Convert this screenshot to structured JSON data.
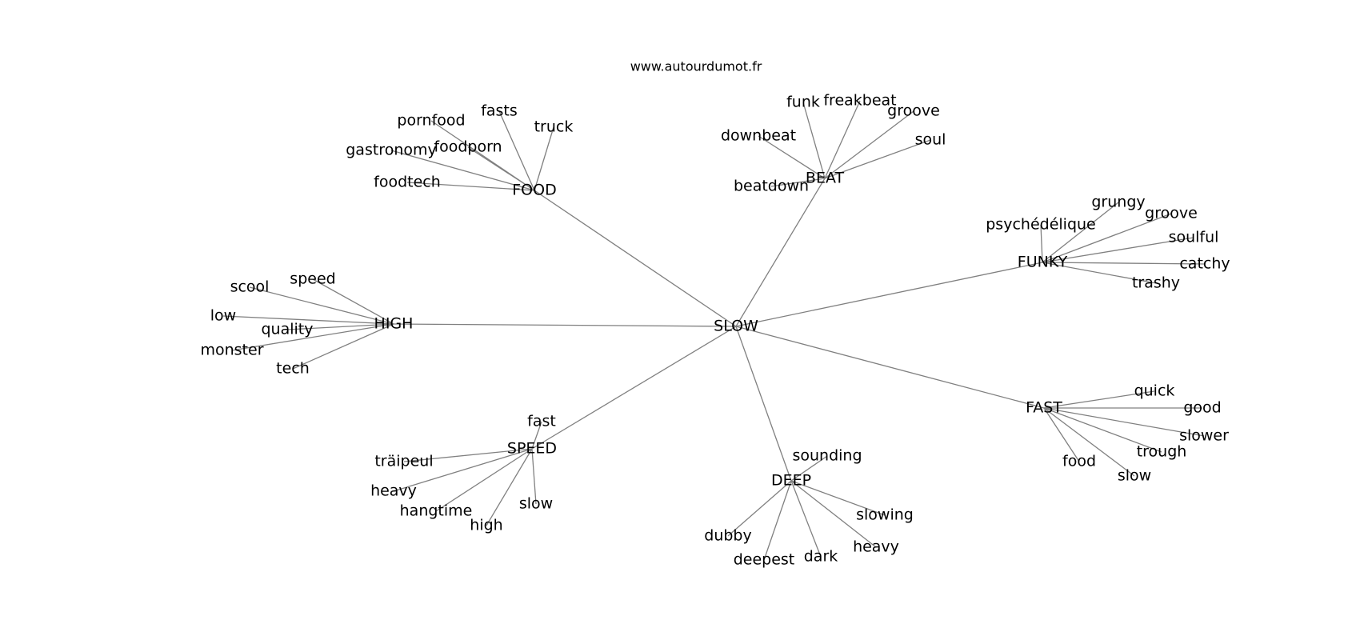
{
  "watermark": "www.autourdumot.fr",
  "graph": {
    "center": "SLOW",
    "hubs": [
      {
        "label": "FOOD",
        "leaves": [
          "pornfood",
          "fasts",
          "truck",
          "gastronomy",
          "foodporn",
          "foodtech"
        ]
      },
      {
        "label": "BEAT",
        "leaves": [
          "funk",
          "freakbeat",
          "groove",
          "soul",
          "downbeat",
          "beatdown"
        ]
      },
      {
        "label": "FUNKY",
        "leaves": [
          "grungy",
          "psychédélique",
          "groove",
          "soulful",
          "catchy",
          "trashy"
        ]
      },
      {
        "label": "HIGH",
        "leaves": [
          "speed",
          "scool",
          "low",
          "quality",
          "monster",
          "tech"
        ]
      },
      {
        "label": "FAST",
        "leaves": [
          "quick",
          "good",
          "slower",
          "trough",
          "food",
          "slow"
        ]
      },
      {
        "label": "SPEED",
        "leaves": [
          "fast",
          "träipeul",
          "heavy",
          "hangtime",
          "high",
          "slow"
        ]
      },
      {
        "label": "DEEP",
        "leaves": [
          "sounding",
          "slowing",
          "heavy",
          "dubby",
          "deepest",
          "dark"
        ]
      }
    ]
  },
  "colors": {
    "edge": "#808080",
    "text": "#000000",
    "background": "#ffffff"
  }
}
